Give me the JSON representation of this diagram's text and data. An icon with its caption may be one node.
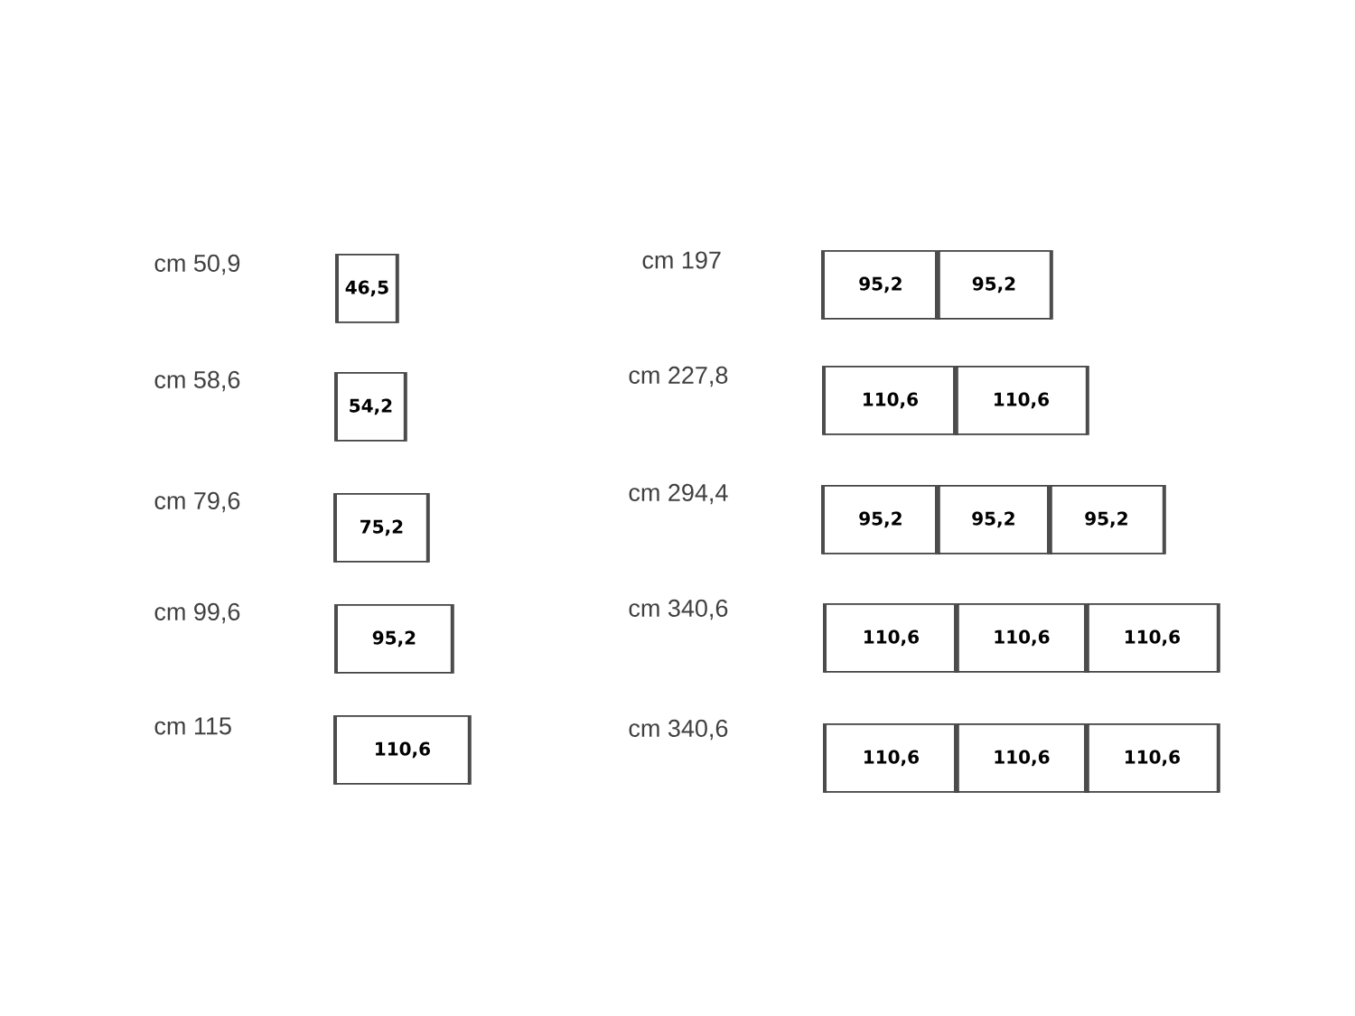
{
  "diagram": {
    "nodes": [
      {
        "text": [
          "46,5"
        ]
      },
      {
        "text": [
          "54,2"
        ]
      },
      {
        "text": [
          "75,2"
        ]
      },
      {
        "text": [
          "95,2"
        ]
      },
      {
        "text": [
          "110,6"
        ]
      },
      {
        "text": [
          "95,2"
        ]
      },
      {
        "text": [
          "95,2"
        ]
      },
      {
        "text": [
          "110,6"
        ]
      },
      {
        "text": [
          "110,6"
        ]
      },
      {
        "text": [
          "95,2"
        ]
      },
      {
        "text": [
          "95,2"
        ]
      },
      {
        "text": [
          "95,2"
        ]
      },
      {
        "text": [
          "110,6"
        ]
      },
      {
        "text": [
          "110,6"
        ]
      },
      {
        "text": [
          "110,6"
        ]
      },
      {
        "text": [
          "110,6"
        ]
      },
      {
        "text": [
          "110,6"
        ]
      },
      {
        "text": [
          "110,6"
        ]
      }
    ],
    "labels": [
      "cm 50,9",
      "cm 58,6",
      "cm 79,6",
      "cm 99,6",
      "cm 115",
      "cm 197",
      "cm 227,8",
      "cm 294,4",
      "cm 340,6",
      "cm 340,6"
    ]
  }
}
